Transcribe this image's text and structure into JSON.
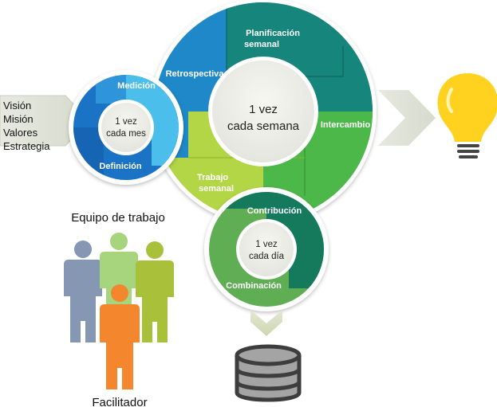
{
  "inputs": {
    "lines": [
      "Visión",
      "Misión",
      "Valores",
      "Estrategia"
    ]
  },
  "monthly_cycle": {
    "center_line1": "1 vez",
    "center_line2": "cada mes",
    "phase_top": "Medición",
    "phase_bottom": "Definición"
  },
  "weekly_cycle": {
    "center_line1": "1 vez",
    "center_line2": "cada semana",
    "phase_top_line1": "Planificación",
    "phase_top_line2": "semanal",
    "phase_left": "Retrospectiva",
    "phase_right": "Intercambio",
    "phase_bottom_line1": "Trabajo",
    "phase_bottom_line2": "semanal"
  },
  "daily_cycle": {
    "center_line1": "1 vez",
    "center_line2": "cada día",
    "phase_top": "Contribución",
    "phase_bottom": "Combinación"
  },
  "people": {
    "team_label": "Equipo de trabajo",
    "facilitator_label": "Facilitador"
  },
  "icons": [
    "lightbulb-icon",
    "database-icon",
    "team-icon",
    "facilitator-icon"
  ],
  "colors": {
    "monthly_light": "#4BBEEB",
    "monthly_dark": "#1A73C4",
    "weekly_teal": "#16867D",
    "weekly_blue": "#1E88C8",
    "weekly_green": "#4CB84A",
    "weekly_lime": "#B3D647",
    "daily_dark": "#157A5C",
    "daily_light": "#5FAE54",
    "bulb": "#FFD21F",
    "facilitator": "#F4862E"
  }
}
